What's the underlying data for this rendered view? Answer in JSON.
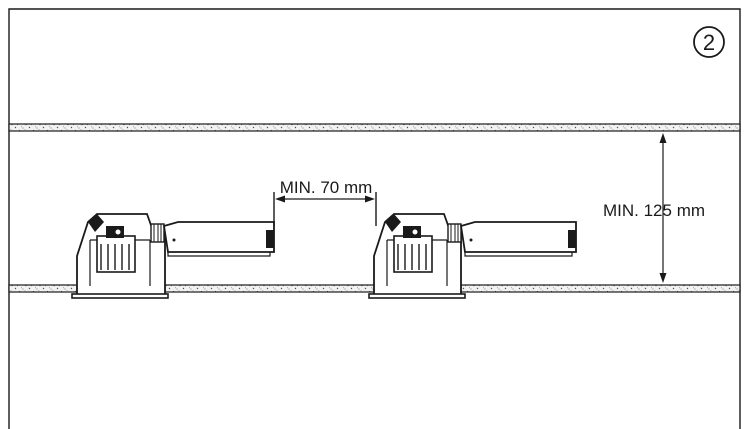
{
  "step": {
    "number": "2"
  },
  "dimensions": {
    "spacing_label": "MIN. 70 mm",
    "depth_label": "MIN. 125 mm"
  },
  "colors": {
    "line": "#1a1a1a",
    "board_fill": "#f2f2f2",
    "speckle": "#555555",
    "background": "#ffffff"
  }
}
